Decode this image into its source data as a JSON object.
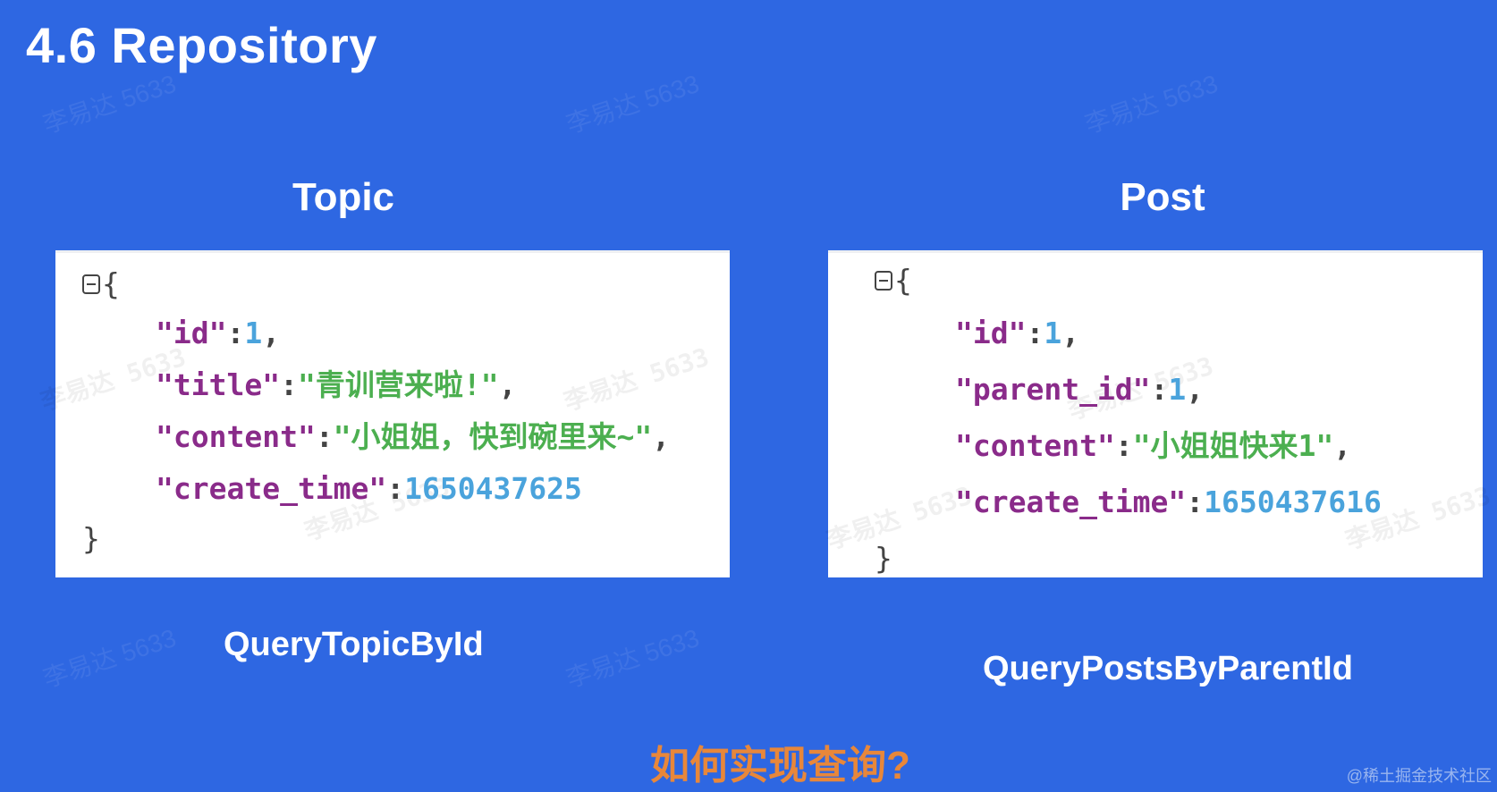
{
  "slide": {
    "title": "4.6 Repository",
    "question": "如何实现查询?",
    "credit": "@稀土掘金技术社区",
    "watermark": "李易达 5633"
  },
  "colors": {
    "background": "#2e67e2",
    "key": "#8a2b8a",
    "number": "#4aa3dc",
    "string": "#4caf50",
    "question": "#e8873a"
  },
  "topic": {
    "heading": "Topic",
    "function": "QueryTopicById",
    "json": {
      "open": "{",
      "close": "}",
      "fields": [
        {
          "key": "\"id\"",
          "value": "1",
          "type": "number",
          "trail": ","
        },
        {
          "key": "\"title\"",
          "value": "\"青训营来啦!\"",
          "type": "string",
          "trail": ","
        },
        {
          "key": "\"content\"",
          "value": "\"小姐姐，快到碗里来~\"",
          "type": "string",
          "trail": ","
        },
        {
          "key": "\"create_time\"",
          "value": "1650437625",
          "type": "number",
          "trail": ""
        }
      ]
    }
  },
  "post": {
    "heading": "Post",
    "function": "QueryPostsByParentId",
    "json": {
      "open": "{",
      "close": "}",
      "fields": [
        {
          "key": "\"id\"",
          "value": "1",
          "type": "number",
          "trail": ","
        },
        {
          "key": "\"parent_id\"",
          "value": "1",
          "type": "number",
          "trail": ","
        },
        {
          "key": "\"content\"",
          "value": "\"小姐姐快来1\"",
          "type": "string",
          "trail": ","
        },
        {
          "key": "\"create_time\"",
          "value": "1650437616",
          "type": "number",
          "trail": ""
        }
      ]
    }
  },
  "punct": {
    "colon": ":"
  }
}
